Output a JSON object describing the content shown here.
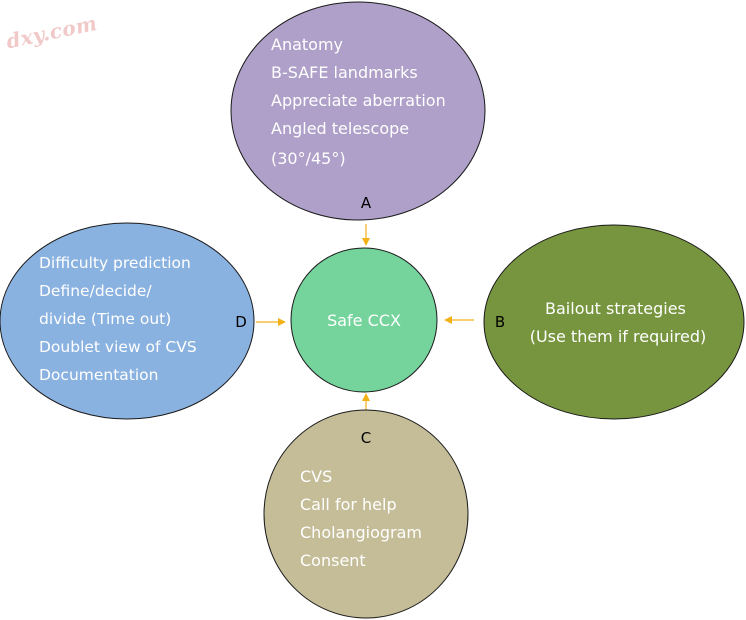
{
  "watermark": "dxy.com",
  "colors": {
    "top": "#afa0c9",
    "center": "#75d49c",
    "right": "#77953e",
    "bottom": "#c4bd98",
    "left": "#8ab2e0",
    "stroke": "#1a1a1a",
    "arrow": "#f2b217",
    "white_text": "#ffffff",
    "label_text": "#000000"
  },
  "center": {
    "text": "Safe CCX"
  },
  "top": {
    "letter": "A",
    "lines": [
      "Anatomy",
      "B-SAFE landmarks",
      "Appreciate aberration",
      "Angled telescope",
      "(30°/45°)"
    ]
  },
  "right": {
    "letter": "B",
    "lines": [
      "Bailout strategies",
      "(Use them if required)"
    ]
  },
  "bottom": {
    "letter": "C",
    "lines": [
      "CVS",
      "Call for help",
      "Cholangiogram",
      "Consent"
    ]
  },
  "left": {
    "letter": "D",
    "lines": [
      "Difficulty prediction",
      "Define/decide/",
      "divide (Time out)",
      "Doublet view of CVS",
      "Documentation"
    ]
  }
}
